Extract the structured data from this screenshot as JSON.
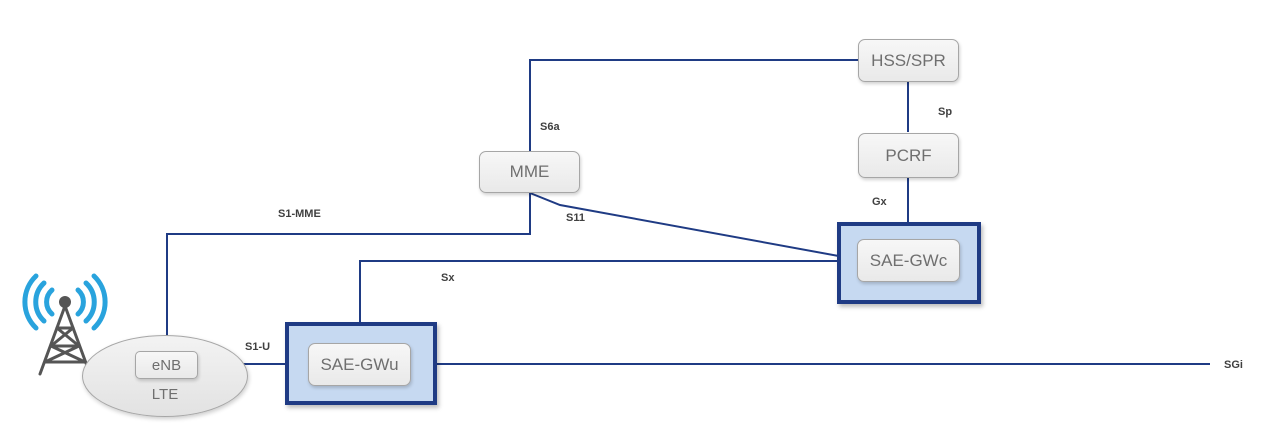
{
  "nodes": {
    "hss": "HSS/SPR",
    "pcrf": "PCRF",
    "mme": "MME",
    "sae_gwc": "SAE-GWc",
    "sae_gwu": "SAE-GWu",
    "enb": "eNB",
    "lte": "LTE"
  },
  "interfaces": {
    "s6a": "S6a",
    "sp": "Sp",
    "s11": "S11",
    "gx": "Gx",
    "s1_mme": "S1-MME",
    "sx": "Sx",
    "s1_u": "S1-U",
    "sgi": "SGi"
  },
  "colors": {
    "link": "#1f3b84",
    "gateway_fill": "#c6d9f1",
    "node_border": "#a6a6a6",
    "tower": "#555555",
    "signal": "#29a3dd"
  },
  "icons": [
    "cell-tower-icon"
  ]
}
